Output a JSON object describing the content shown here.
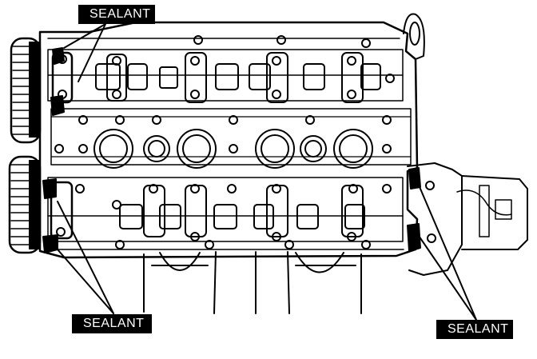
{
  "labels": [
    {
      "text": "SEALANT"
    },
    {
      "text": "SEALANT"
    },
    {
      "text": "SEALANT"
    }
  ],
  "colors": {
    "ink": "#000000",
    "paper": "#ffffff"
  }
}
